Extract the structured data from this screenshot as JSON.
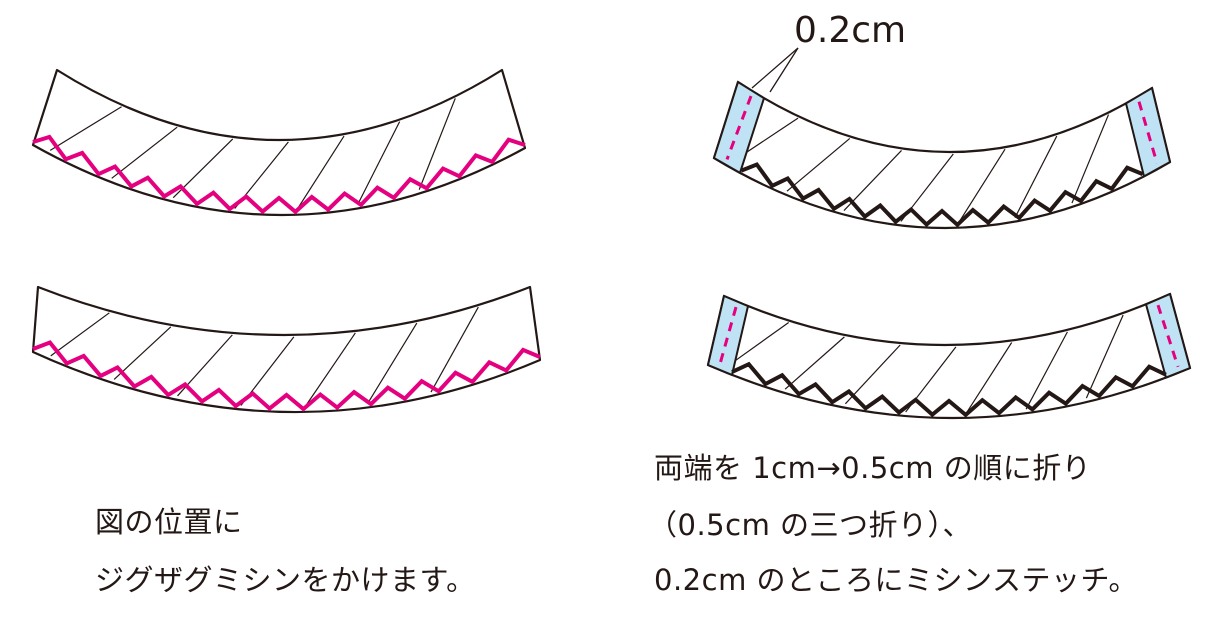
{
  "colors": {
    "zigzag_pink": "#e4007f",
    "zigzag_dark": "#231815",
    "fold_blue": "#bfe2f4",
    "outline": "#231815"
  },
  "left_caption": {
    "line1": "図の位置に",
    "line2": "ジグザグミシンをかけます。"
  },
  "right_caption": {
    "line1": "両端を 1cm→0.5cm の順に折り",
    "line2": "（0.5cm の三つ折り）、",
    "line3": "0.2cm のところにミシンステッチ。"
  },
  "dimension_label": "0.2cm"
}
